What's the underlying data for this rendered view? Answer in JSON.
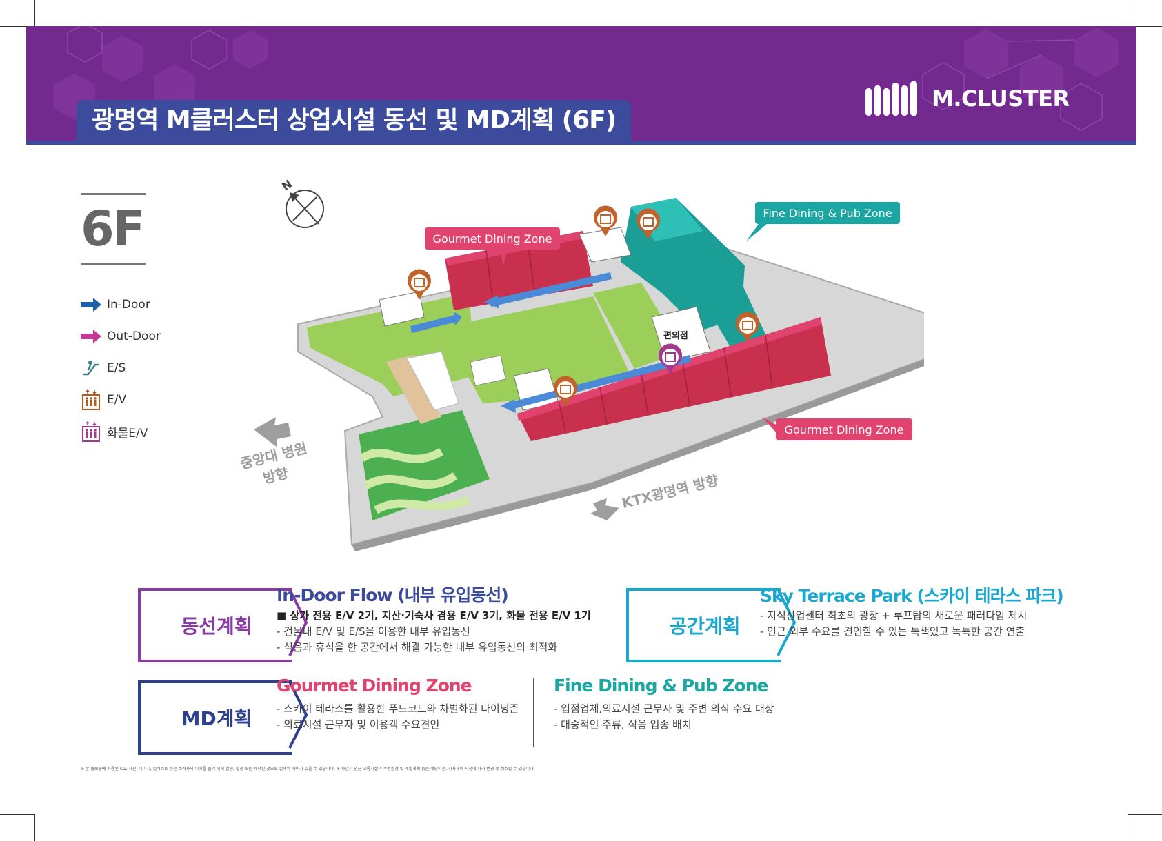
{
  "header": {
    "title": "광명역 M클러스터 상업시설 동선 및 MD계획 (6F)",
    "logo_text": "M.CLUSTER",
    "colors": {
      "banner": "#722a8e",
      "title_bg": "#3d4b9c"
    }
  },
  "floor": {
    "label": "6F"
  },
  "legend": [
    {
      "icon": "indoor-arrow-icon",
      "label": "In-Door",
      "color": "#1f5fa8"
    },
    {
      "icon": "outdoor-arrow-icon",
      "label": "Out-Door",
      "color": "#c23a96"
    },
    {
      "icon": "escalator-icon",
      "label": "E/S",
      "color": "#3b7f86"
    },
    {
      "icon": "elevator-icon",
      "label": "E/V",
      "color": "#b35a1f"
    },
    {
      "icon": "freight-elevator-icon",
      "label": "화물E/V",
      "color": "#a23a8e"
    }
  ],
  "map": {
    "compass_letter": "N",
    "zones": {
      "gourmet_top": "Gourmet Dining Zone",
      "fine_dining": "Fine Dining & Pub  Zone",
      "gourmet_bottom": "Gourmet Dining Zone"
    },
    "store_label": "편의점",
    "direction_hospital": [
      "중앙대 병원",
      "방향"
    ],
    "direction_ktx": "KTX광명역 방향",
    "colors": {
      "gourmet": "#e0436e",
      "fine": "#1aa6a3",
      "retail_red": "#c8304e",
      "teal": "#1a9e95"
    }
  },
  "sections": {
    "flow": {
      "box_label": "동선계획",
      "indoor_title": "In-Door Flow (내부 유입동선)",
      "indoor_lines": [
        "■ 상가 전용 E/V 2기, 지산·기숙사 겸용 E/V 3기, 화물 전용 E/V 1기",
        "- 건물내 E/V 및 E/S을 이용한 내부 유입동선",
        "- 식음과 휴식을 한 공간에서 해결 가능한 내부 유입동선의 최적화"
      ]
    },
    "space": {
      "box_label": "공간계획",
      "title": "Sky Terrace Park (스카이 테라스 파크)",
      "lines": [
        "- 지식산업센터 최초의 광장 + 루프탑의 새로운 패러다임 제시",
        "- 인근 외부 수요를 견인할 수 있는 특색있고 독특한 공간 연출"
      ]
    },
    "md": {
      "box_label": "MD계획",
      "gourmet_title": "Gourmet Dining Zone",
      "gourmet_lines": [
        "- 스카이 테라스를 활용한 푸드코트와 차별화된 다이닝존",
        "- 의료시설 근무자 및 이용객 수요견인"
      ],
      "fine_title": "Fine Dining & Pub  Zone",
      "fine_lines": [
        "- 입점업체,의료시설 근무자 및 주변 외식 수요 대상",
        "- 대중적인 주류, 식음 업종 배치"
      ]
    }
  },
  "footnote": "※ 본 홍보물에 사용된 CG, 사진, 이미지, 일러스트 등은 소비자의 이해를 돕기 위해 촬영, 합성 또는 제작된 것으로 실제와 차이가 있을 수 있습니다. ※ 사업지 인근 교통시설과 주변환경 및 개발계획 등은 해당기관, 지자체의 사정에 따라 변경 및 취소될 수 있습니다."
}
